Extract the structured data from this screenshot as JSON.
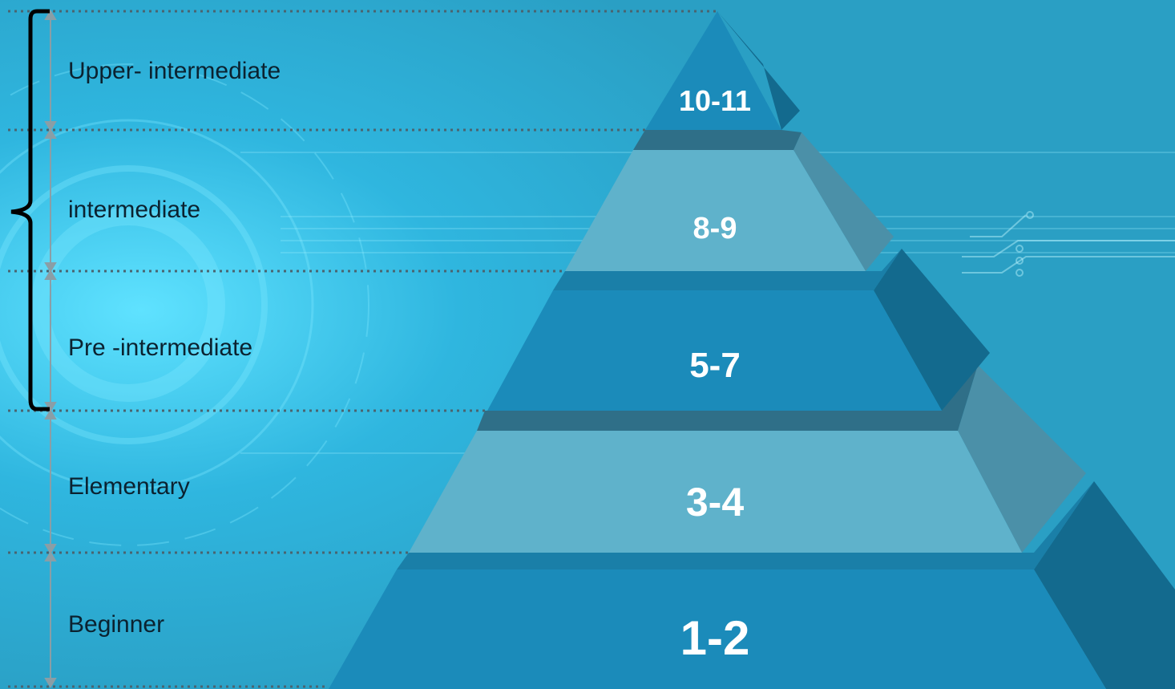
{
  "levels": [
    {
      "name": "Upper- intermediate",
      "range": "10-11"
    },
    {
      "name": "intermediate",
      "range": "8-9"
    },
    {
      "name": "Pre -intermediate",
      "range": "5-7"
    },
    {
      "name": "Elementary",
      "range": "3-4"
    },
    {
      "name": "Beginner",
      "range": "1-2"
    }
  ],
  "colors": {
    "background": "#2aa6c9",
    "tier_dark": "#1b8bba",
    "tier_light": "#5fb2cb",
    "tier_side_dark": "#136a8e",
    "tier_side_light": "#4b90a8",
    "bracket": "#000000",
    "guide_line": "#4a6470"
  }
}
